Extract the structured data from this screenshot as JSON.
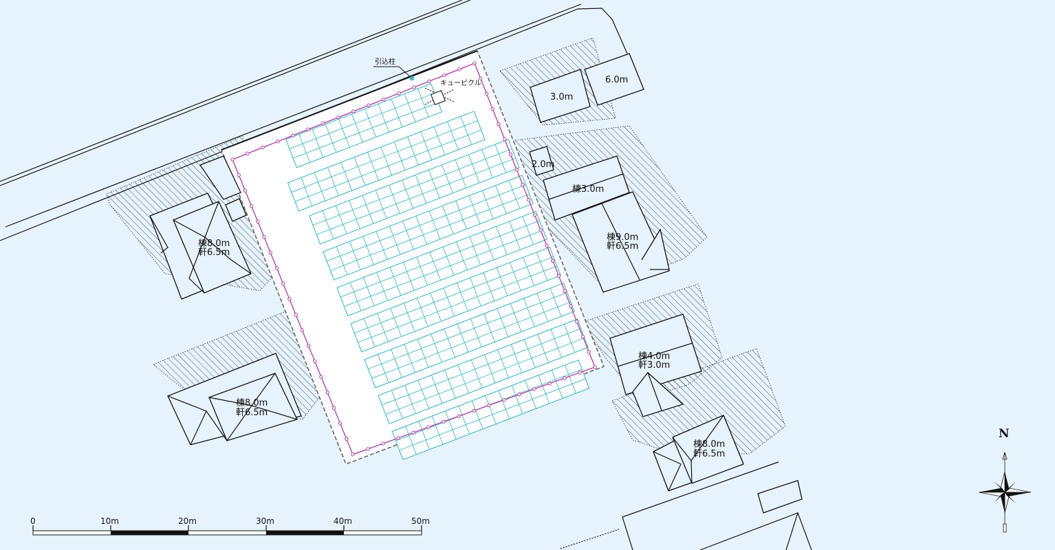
{
  "site": {
    "pole_label": "引込柱",
    "cubicle_label": "キュービクル"
  },
  "colors": {
    "background": "#e7f3fc",
    "panel": "#3fb9c8",
    "fence": "#b0399f",
    "pole": "#3fb9c8",
    "boundary": "#666666"
  },
  "buildings": [
    {
      "id": "nw-house",
      "ridge": "棟8.0m",
      "eave": "軒6.5m"
    },
    {
      "id": "sw-house",
      "ridge": "棟8.0m",
      "eave": "軒6.5m"
    },
    {
      "id": "ne-shed-small",
      "height": "3.0m"
    },
    {
      "id": "ne-shed-large",
      "height": "6.0m"
    },
    {
      "id": "ne-shed-tiny",
      "height": "2.0m"
    },
    {
      "id": "e-building",
      "ridge": "棟3.0m"
    },
    {
      "id": "e-house",
      "ridge": "棟9.0m",
      "eave": "軒6.5m"
    },
    {
      "id": "se-house",
      "ridge": "棟4.0m",
      "eave": "軒3.0m"
    },
    {
      "id": "se-house-2",
      "ridge": "棟8.0m",
      "eave": "軒6.5m"
    }
  ],
  "pv_rows": 9,
  "scale_bar": {
    "ticks": [
      "0",
      "10m",
      "20m",
      "30m",
      "40m",
      "50m"
    ]
  },
  "compass": {
    "label": "N"
  }
}
